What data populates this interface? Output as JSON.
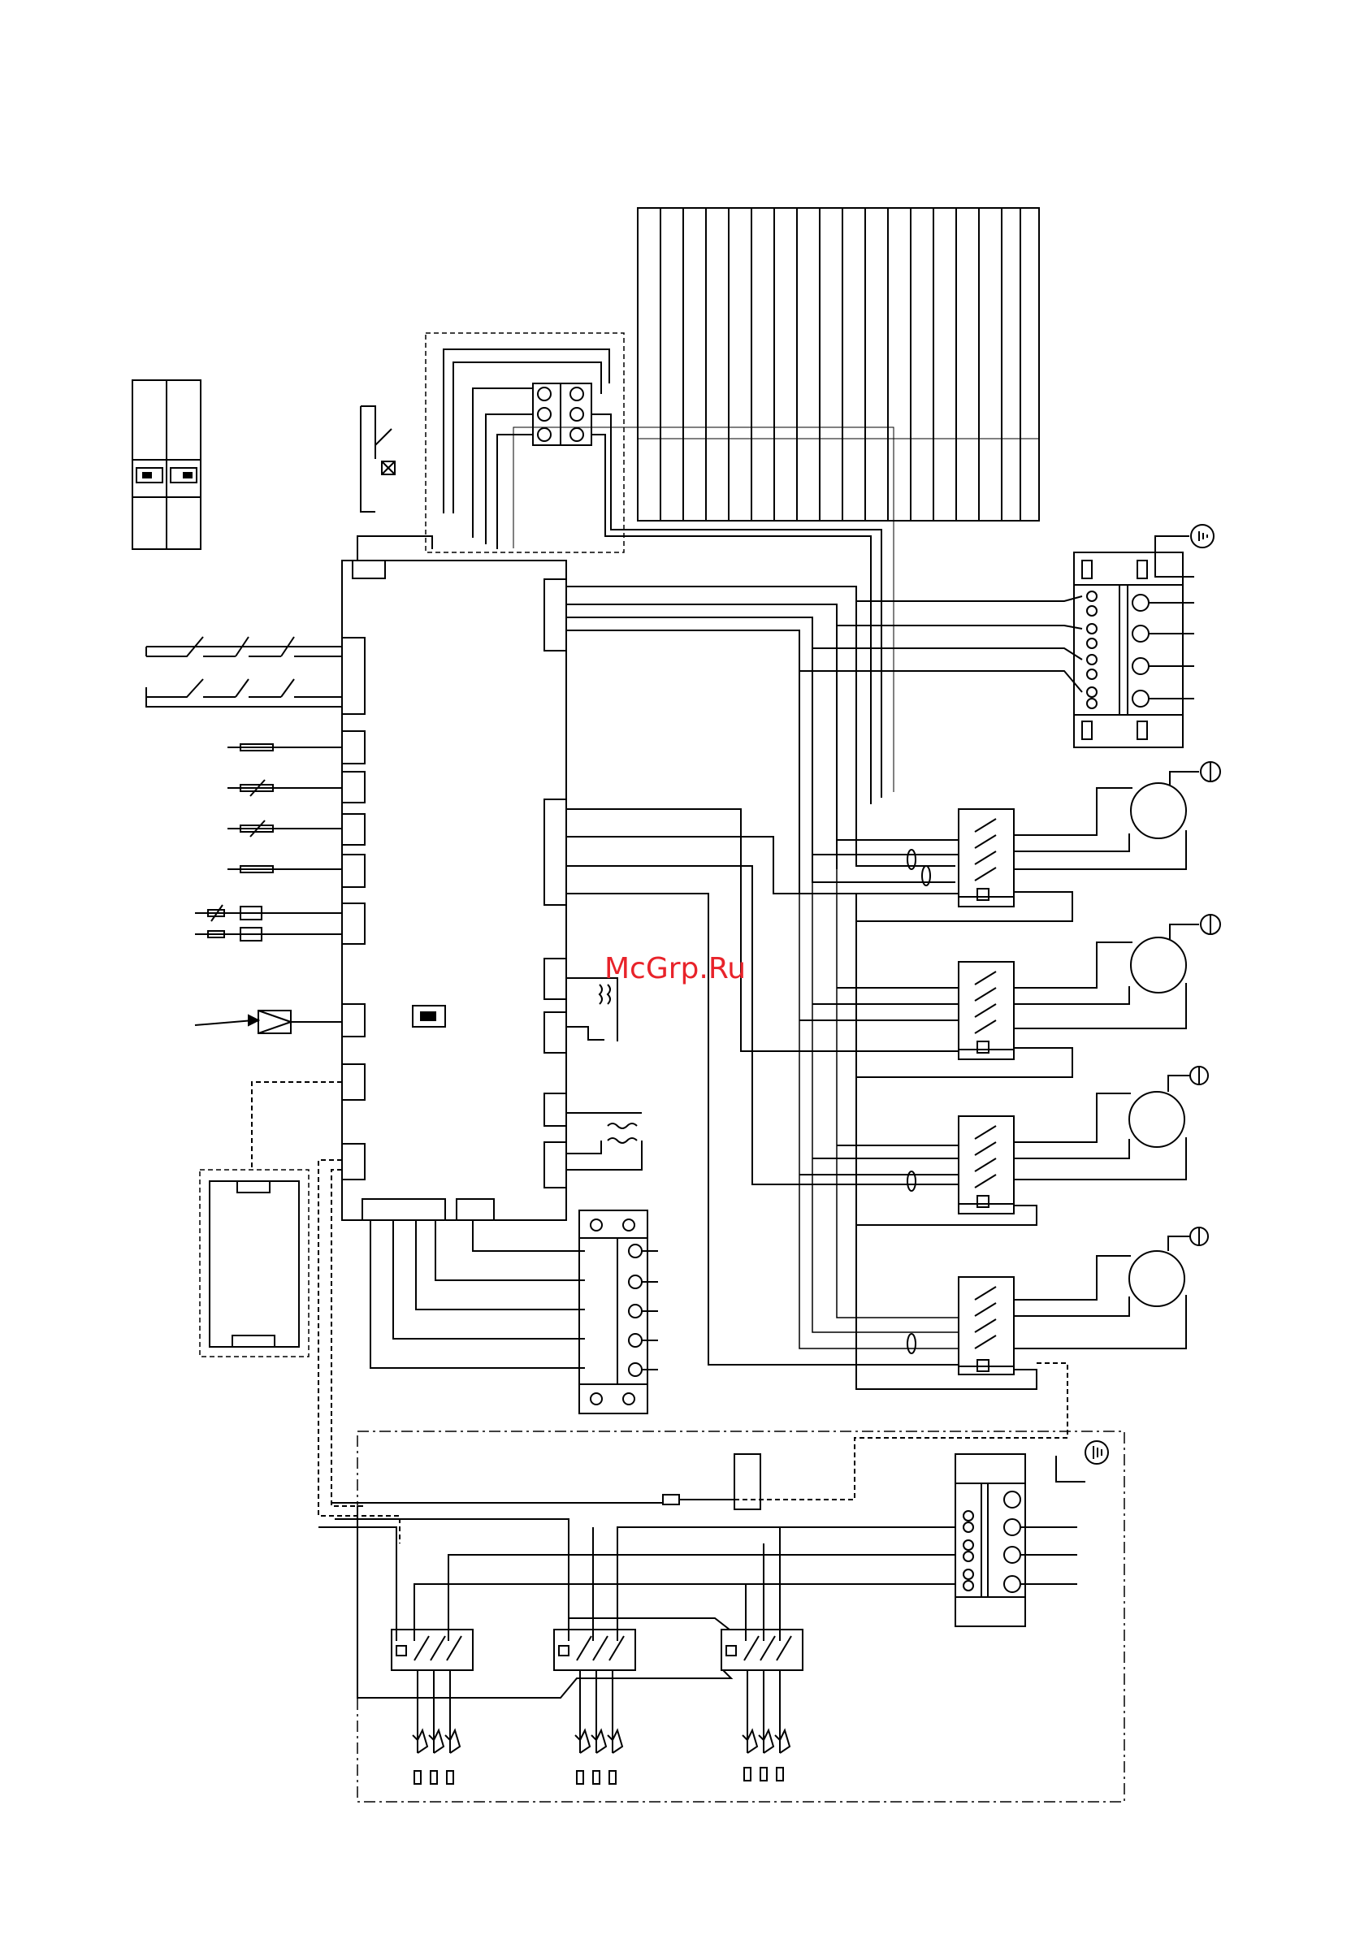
{
  "watermark": {
    "text": "McGrp.Ru",
    "color": "#e8232a"
  },
  "colors": {
    "ink": "#000000",
    "paper": "#ffffff"
  },
  "diagram": {
    "type": "wiring-schematic",
    "motor_count": 4,
    "contactor_count": 7,
    "terminal_block_count": 4,
    "heater_group_count": 3,
    "legend_table_columns": 17
  }
}
